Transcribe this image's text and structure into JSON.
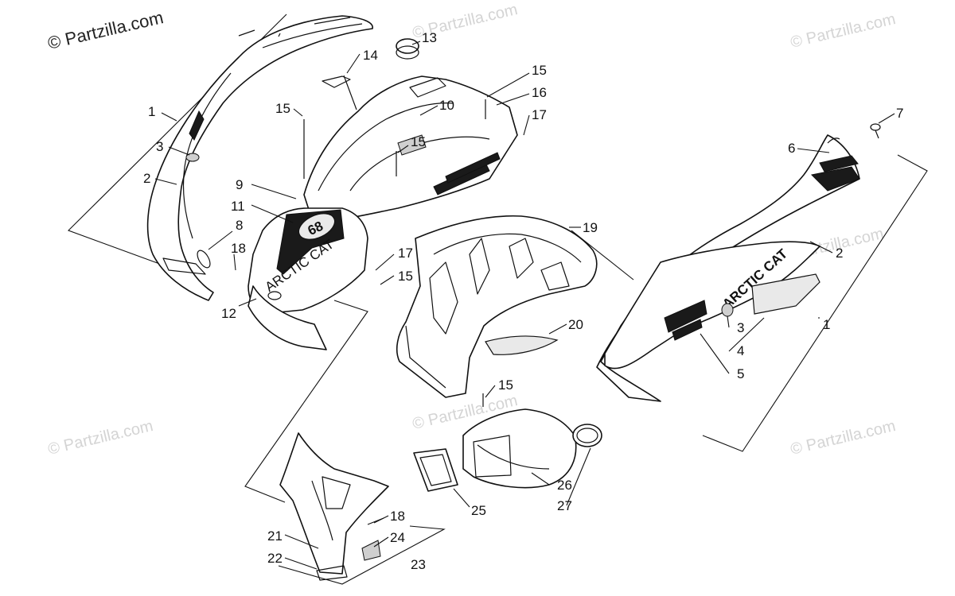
{
  "watermarks": [
    "© Partzilla.com",
    "© Partzilla.com",
    "© Partzilla.com",
    "© Partzilla.com",
    "© Partzilla.com",
    "© Partzilla.com",
    "© Partzilla.com"
  ],
  "decals": {
    "number": "68",
    "brand": "ARCTIC CAT",
    "brand_small": "ARCTIC CAT"
  },
  "callouts": [
    "1",
    "2",
    "3",
    "8",
    "18",
    "12",
    "9",
    "11",
    "15",
    "14",
    "13",
    "10",
    "15",
    "16",
    "17",
    "15",
    "19",
    "17",
    "15",
    "20",
    "15",
    "7",
    "6",
    "2",
    "3",
    "4",
    "5",
    "1",
    "26",
    "27",
    "25",
    "18",
    "24",
    "21",
    "22",
    "23"
  ]
}
